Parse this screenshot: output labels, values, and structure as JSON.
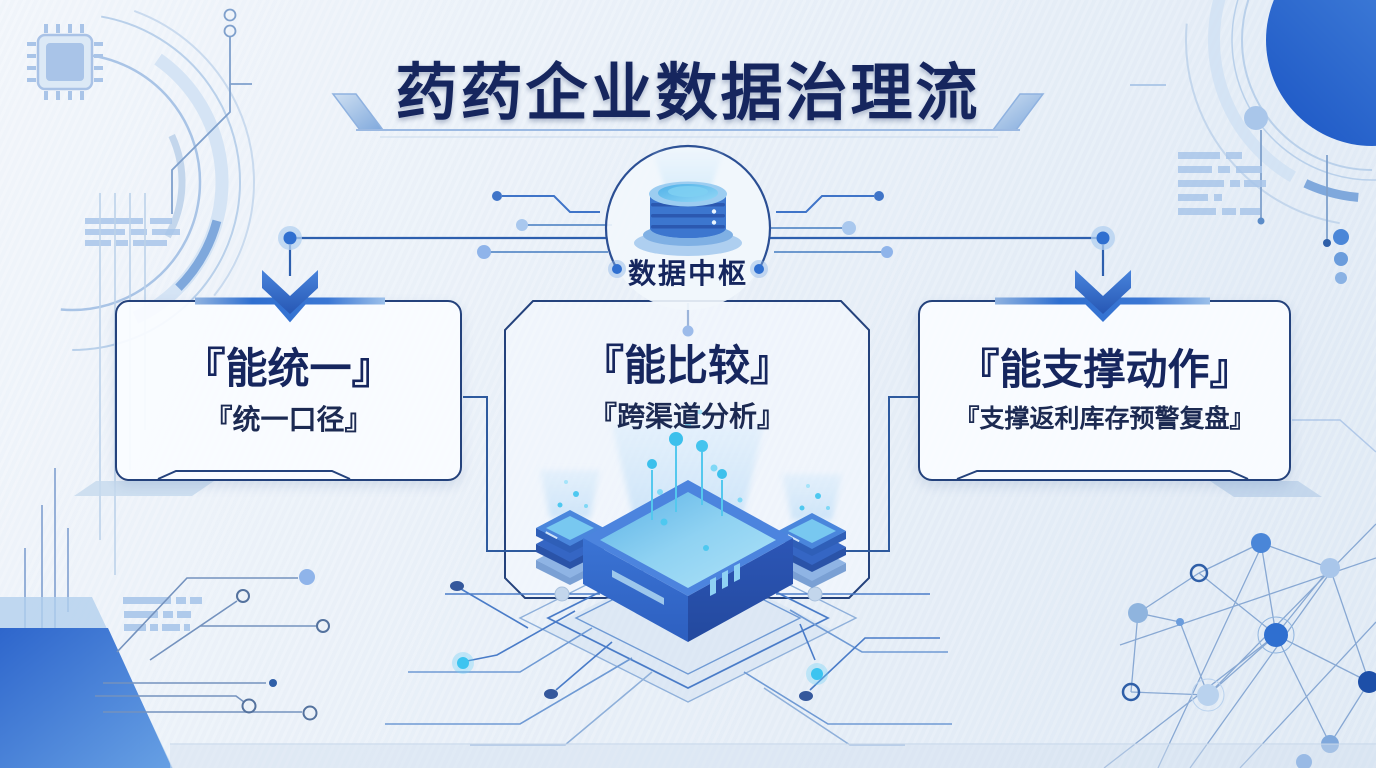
{
  "title": {
    "text": "药药企业数据治理流"
  },
  "hub": {
    "label": "数据中枢",
    "icon": "database-icon"
  },
  "cards": [
    {
      "id": "unify",
      "heading": "『能统一』",
      "subtitle": "『统一口径』"
    },
    {
      "id": "compare",
      "heading": "『能比较』",
      "subtitle": "『跨渠道分析』"
    },
    {
      "id": "action",
      "heading": "『能支撑动作』",
      "subtitle": "『支撑返利库存预警复盘』"
    }
  ],
  "colors": {
    "navy_text": "#16265e",
    "subtitle_text": "#1c2a52",
    "panel_border": "#24427c",
    "line": "#2d5fae",
    "accent_blue": "#2f6fd0",
    "light_blue": "#a9c6ea",
    "glow_cyan": "#3cc4f0",
    "background": "#e9f0f8"
  },
  "decor_icons": [
    "cpu-chip-icon",
    "tech-arc-rings",
    "glow-circle",
    "redacted-text-bars",
    "circuit-traces",
    "network-graph",
    "database-icon",
    "isometric-chip",
    "down-arrow",
    "light-beam",
    "circuit-wedge"
  ]
}
